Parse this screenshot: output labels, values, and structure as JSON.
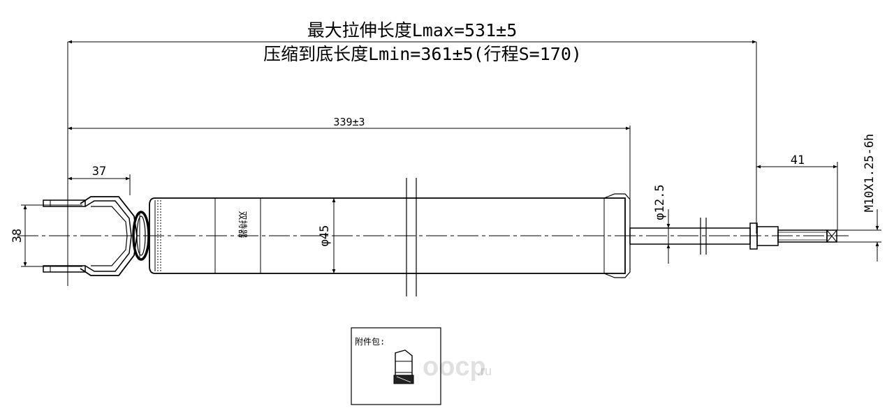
{
  "title": {
    "line1": "最大拉伸长度Lmax=531±5",
    "line2": "压缩到底长度Lmin=361±5(行程S=170)"
  },
  "dimensions": {
    "body_length": "339±3",
    "eye_offset": "37",
    "eye_width": "38",
    "body_diameter": "φ45",
    "rod_diameter": "φ12.5",
    "thread_length": "41",
    "thread_spec": "M10X1.25-6h"
  },
  "body_marking": "双持器",
  "accessory": {
    "label": "附件包:"
  },
  "watermark": {
    "brand": "oocp",
    "suffix": ".ru"
  }
}
